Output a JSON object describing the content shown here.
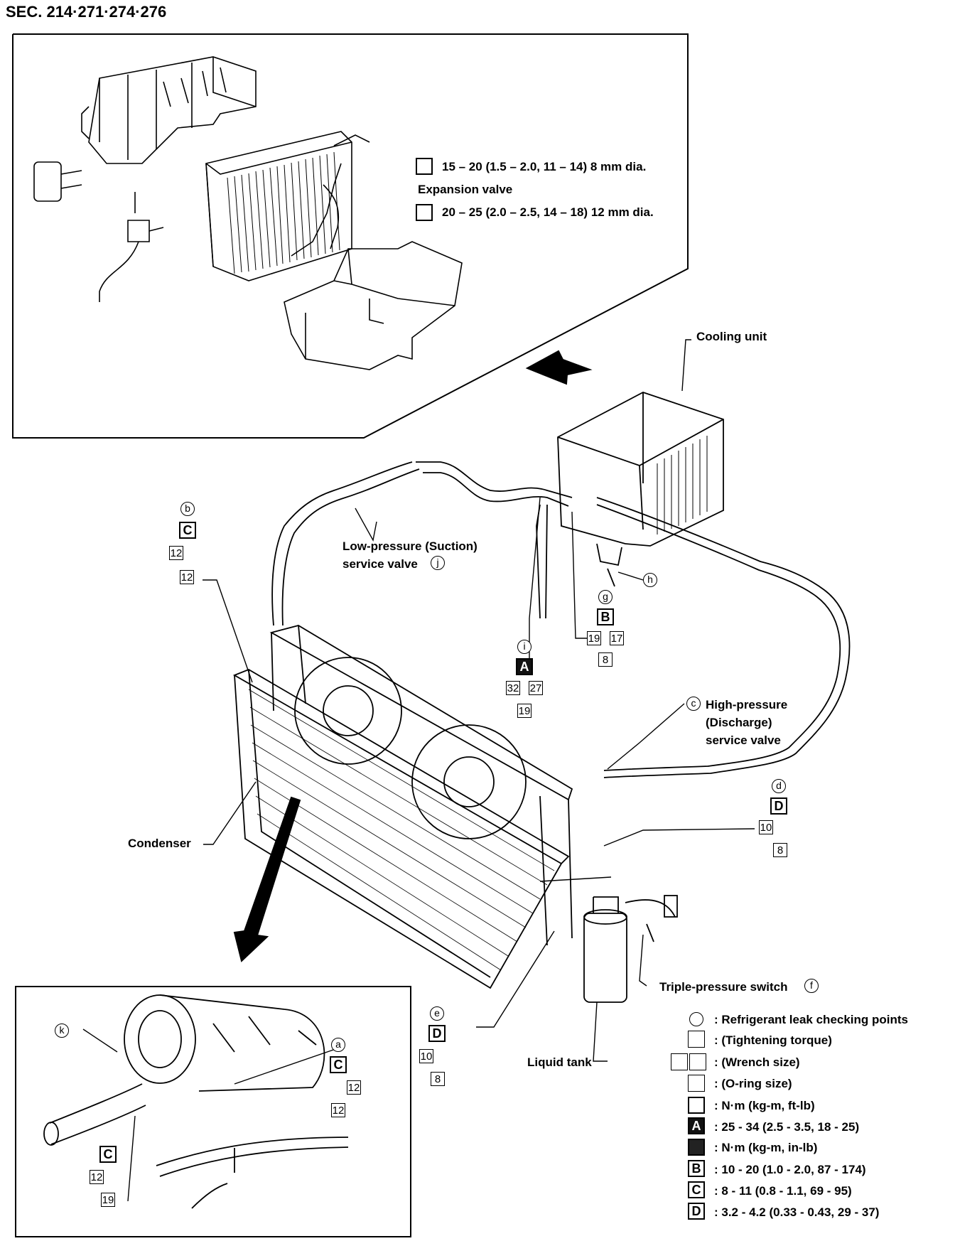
{
  "header": {
    "section": "SEC. 214·271·274·276"
  },
  "top_inset": {
    "torque_1": "15 – 20 (1.5 – 2.0, 11 – 14) 8 mm dia.",
    "expansion_valve": "Expansion valve",
    "torque_2": "20 – 25 (2.0 – 2.5, 14 – 18) 12 mm dia."
  },
  "labels": {
    "cooling_unit": "Cooling unit",
    "low_pressure_1": "Low-pressure (Suction)",
    "low_pressure_2": "service valve",
    "high_pressure_1": "High-pressure",
    "high_pressure_2": "(Discharge)",
    "high_pressure_3": "service valve",
    "condenser": "Condenser",
    "triple_switch": "Triple-pressure switch",
    "liquid_tank": "Liquid tank"
  },
  "points": {
    "a": {
      "id": "a",
      "torque": "C",
      "wrench": "12",
      "oring": "12"
    },
    "b": {
      "id": "b",
      "torque": "C",
      "wrench": "12",
      "oring": "12"
    },
    "c": {
      "id": "c"
    },
    "d": {
      "id": "d",
      "torque": "D",
      "wrench": "10",
      "oring": "8"
    },
    "e": {
      "id": "e",
      "torque": "D",
      "wrench": "10",
      "oring": "8"
    },
    "f": {
      "id": "f"
    },
    "g": {
      "id": "g",
      "torque": "B",
      "wrench_1": "19",
      "wrench_2": "17",
      "oring": "8"
    },
    "h": {
      "id": "h"
    },
    "i": {
      "id": "i",
      "torque": "A",
      "wrench_1": "32",
      "wrench_2": "27",
      "oring": "19"
    },
    "j": {
      "id": "j"
    },
    "k": {
      "id": "k",
      "torque": "C",
      "wrench": "12",
      "oring": "19"
    }
  },
  "legend": {
    "leak_points": ": Refrigerant leak checking points",
    "tightening": ": (Tightening torque)",
    "wrench": ": (Wrench size)",
    "oring": ": (O-ring size)",
    "nm_ft": ": N·m (kg-m, ft-lb)",
    "A_letter": "A",
    "A_value": ": 25 - 34 (2.5 - 3.5, 18 - 25)",
    "nm_in": ": N·m (kg-m, in-lb)",
    "B_letter": "B",
    "B_value": ": 10 - 20 (1.0 - 2.0, 87 - 174)",
    "C_letter": "C",
    "C_value": ": 8 - 11 (0.8 - 1.1, 69 - 95)",
    "D_letter": "D",
    "D_value": ": 3.2 - 4.2 (0.33 - 0.43, 29 - 37)"
  }
}
